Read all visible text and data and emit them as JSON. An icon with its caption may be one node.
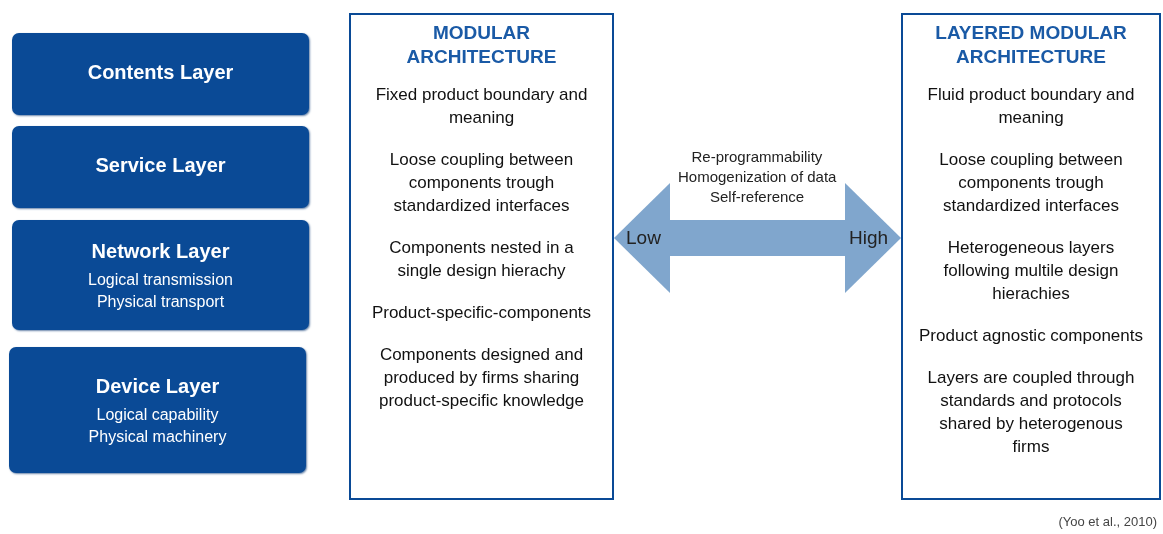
{
  "diagram": {
    "caption": "(Yoo et al., 2010)",
    "nodes": [
      {
        "text": [
          "Contents Layer"
        ]
      },
      {
        "text": [
          "Service Layer"
        ]
      },
      {
        "text": [
          "Network Layer",
          "Logical transmission",
          "Physical transport"
        ]
      },
      {
        "text": [
          "Device Layer",
          "Logical capability",
          "Physical machinery"
        ]
      },
      {
        "text": [
          "MODULAR ARCHITECTURE",
          "Fixed product boundary and meaning",
          "Loose coupling between components trough standardized interfaces",
          "Components nested in a single design hierachy",
          "Product-specific-components",
          "Components designed and produced by firms sharing product-specific knowledge"
        ]
      },
      {
        "text": [
          "LAYERED MODULAR ARCHITECTURE",
          "Fluid product boundary and meaning",
          "Loose coupling between components trough standardized interfaces",
          "Heterogeneous layers following multile design hierachies",
          "Product agnostic components",
          "Layers are coupled through standards and protocols shared by heterogenous firms"
        ]
      }
    ],
    "edges": [
      {
        "from": 4,
        "to": 5,
        "arrow": "both"
      }
    ],
    "labels": [
      "Re-programmability",
      "Homogenization of data",
      "Self-reference",
      "Low",
      "High"
    ]
  }
}
